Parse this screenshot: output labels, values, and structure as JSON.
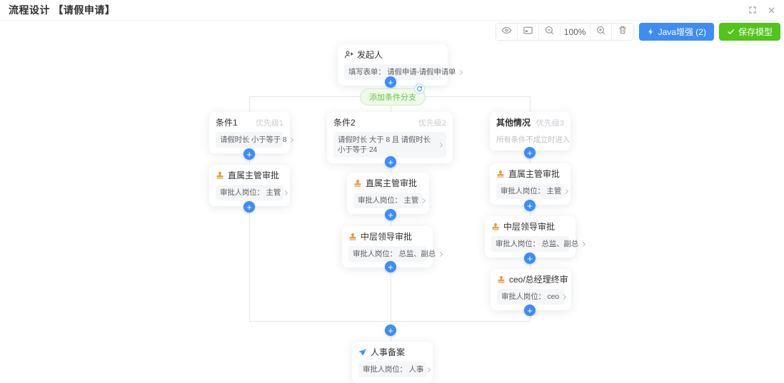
{
  "header": {
    "title": "流程设计 【请假申请】"
  },
  "toolbar": {
    "zoom_level": "100%",
    "java_enhance_label": "Java增强 (2)",
    "save_model_label": "保存模型"
  },
  "flow": {
    "add_branch_label": "添加条件分支",
    "nodes": {
      "start": {
        "title": "发起人",
        "content": "填写表单： 请假申请-请假申请单"
      },
      "cond1": {
        "title": "条件1",
        "priority": "优先级1",
        "content": "请假时长 小于等于 8"
      },
      "cond2": {
        "title": "条件2",
        "priority": "优先级2",
        "content": "请假时长 大于 8 且 请假时长 小于等于 24"
      },
      "cond_other": {
        "title": "其他情况",
        "priority": "优先级3",
        "content": "所有条件不成立时进入"
      },
      "direct_left": {
        "title": "直属主管审批",
        "content": "审批人岗位： 主管"
      },
      "direct_mid": {
        "title": "直属主管审批",
        "content": "审批人岗位： 主管"
      },
      "direct_right": {
        "title": "直属主管审批",
        "content": "审批人岗位： 主管"
      },
      "midlvl_mid": {
        "title": "中层领导审批",
        "content": "审批人岗位： 总监、副总"
      },
      "midlvl_right": {
        "title": "中层领导审批",
        "content": "审批人岗位： 总监、副总"
      },
      "ceo_final": {
        "title": "ceo/总经理终审",
        "content": "审批人岗位： ceo"
      },
      "hr_record": {
        "title": "人事备案",
        "content": "审批人岗位： 人事"
      }
    }
  },
  "colors": {
    "primary_blue": "#3d8df5",
    "success_green": "#52c41a",
    "approver_orange": "#ed9a37",
    "branch_green": "#67c23a",
    "connector_gray": "#e3e6ea"
  }
}
